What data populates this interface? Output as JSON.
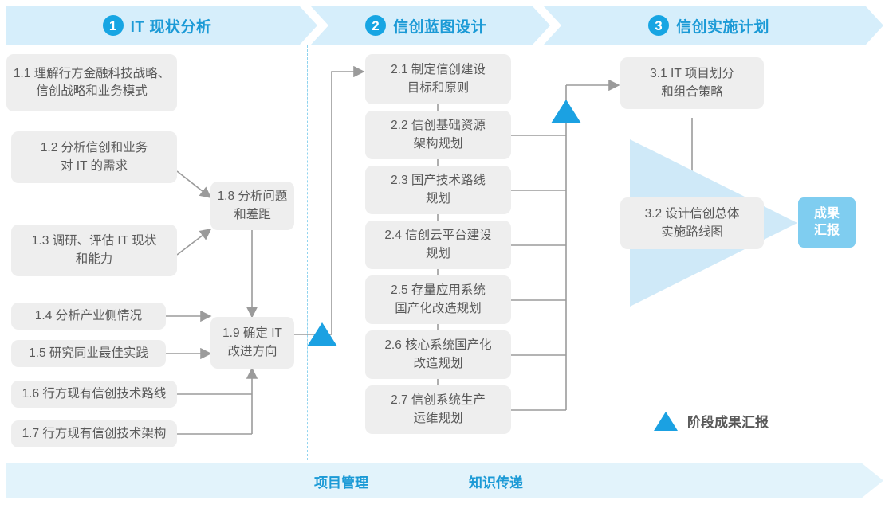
{
  "header": {
    "stages": [
      {
        "num": "1",
        "label": "IT 现状分析"
      },
      {
        "num": "2",
        "label": "信创蓝图设计"
      },
      {
        "num": "3",
        "label": "信创实施计划"
      }
    ]
  },
  "phase1": {
    "inputs": [
      {
        "id": "1.1",
        "text": "1.1 理解行方金融科技战略、\n信创战略和业务模式"
      },
      {
        "id": "1.2",
        "text": "1.2 分析信创和业务\n对 IT 的需求"
      },
      {
        "id": "1.3",
        "text": "1.3 调研、评估 IT 现状\n和能力"
      },
      {
        "id": "1.4",
        "text": "1.4 分析产业侧情况"
      },
      {
        "id": "1.5",
        "text": "1.5 研究同业最佳实践"
      },
      {
        "id": "1.6",
        "text": "1.6 行方现有信创技术路线"
      },
      {
        "id": "1.7",
        "text": "1.7 行方现有信创技术架构"
      }
    ],
    "synthesis": [
      {
        "id": "1.8",
        "text": "1.8 分析问题\n和差距"
      },
      {
        "id": "1.9",
        "text": "1.9 确定 IT\n改进方向"
      }
    ]
  },
  "phase2": {
    "items": [
      {
        "id": "2.1",
        "text": "2.1 制定信创建设\n目标和原则"
      },
      {
        "id": "2.2",
        "text": "2.2 信创基础资源\n架构规划"
      },
      {
        "id": "2.3",
        "text": "2.3 国产技术路线\n规划"
      },
      {
        "id": "2.4",
        "text": "2.4 信创云平台建设\n规划"
      },
      {
        "id": "2.5",
        "text": "2.5 存量应用系统\n国产化改造规划"
      },
      {
        "id": "2.6",
        "text": "2.6 核心系统国产化\n改造规划"
      },
      {
        "id": "2.7",
        "text": "2.7 信创系统生产\n运维规划"
      }
    ]
  },
  "phase3": {
    "items": [
      {
        "id": "3.1",
        "text": "3.1 IT 项目划分\n和组合策略"
      },
      {
        "id": "3.2",
        "text": "3.2 设计信创总体\n实施路线图"
      }
    ],
    "result_badge": "成果\n汇报"
  },
  "legend": {
    "label": "阶段成果汇报"
  },
  "footer": {
    "labels": [
      "项目管理",
      "知识传递"
    ]
  },
  "colors": {
    "band": "#d6eefb",
    "accent": "#17a5e3",
    "accent_text": "#1b9ad6",
    "node_bg": "#eeeeee",
    "node_text": "#5a5a5a",
    "milestone": "#1ba1e2",
    "badge": "#7fcdf0",
    "footer_band": "#e2f3fb",
    "divider": "#8fd3ef",
    "wire": "#9b9b9b"
  }
}
